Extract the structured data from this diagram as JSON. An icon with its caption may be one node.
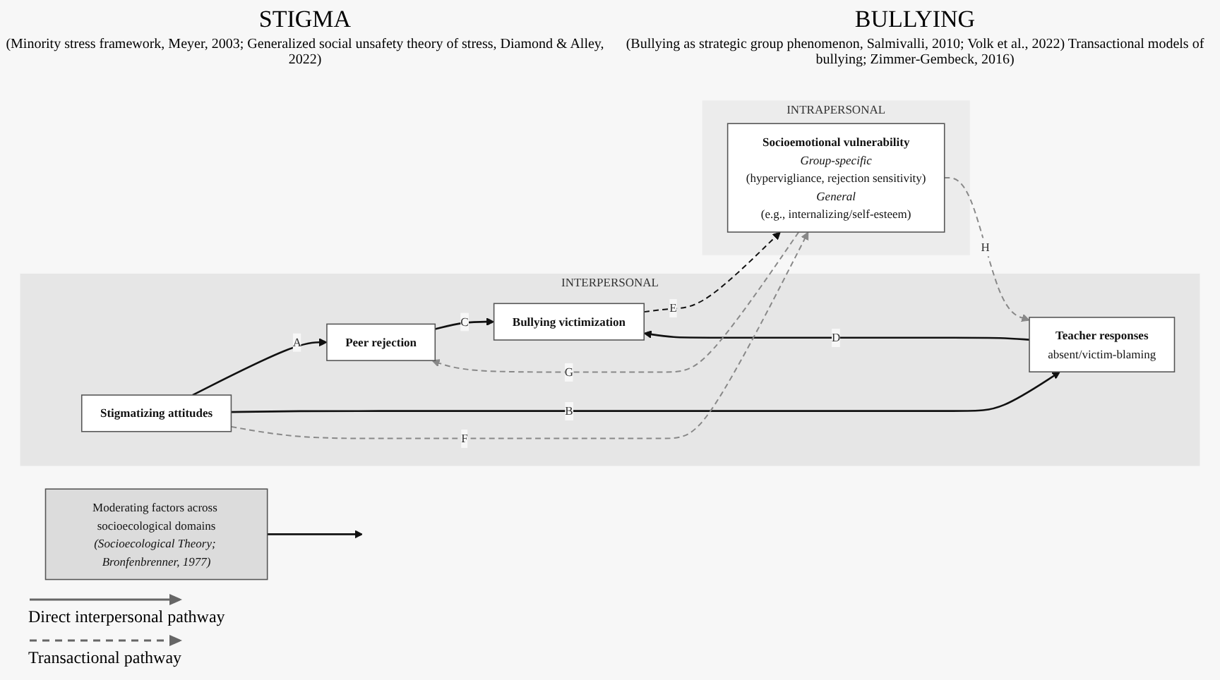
{
  "diagram": {
    "nodes": [
      {
        "text": [
          "INTERPERSONAL"
        ]
      },
      {
        "text": [
          "Stigmatizing attitudes"
        ],
        "in": 0
      },
      {
        "text": [
          "Peer rejection"
        ],
        "in": 0
      },
      {
        "text": [
          "Teacher responses",
          "absent/victim-blaming"
        ],
        "in": 0
      },
      {
        "text": [
          "Bullying victimization"
        ],
        "in": 0
      },
      {
        "text": [
          "INTRAPERSONAL"
        ]
      },
      {
        "text": [
          "Socioemotional vulnerability",
          "Group-specific",
          "(hypervigliance, rejection sensitivity)",
          "General",
          "(e.g., internalizing/self-esteem)"
        ],
        "in": 5
      },
      {
        "text": [
          "Moderating factors across socioecological domains",
          "(Socioecological Theory; Bronfenbrenner, 1977)"
        ]
      }
    ],
    "edges": [
      {
        "from": 1,
        "to": 2,
        "arrow": "to",
        "label": "A"
      },
      {
        "from": 1,
        "to": 3,
        "arrow": "to",
        "label": "B"
      },
      {
        "from": 2,
        "to": 4,
        "arrow": "to",
        "label": "C"
      },
      {
        "from": 3,
        "to": 4,
        "arrow": "to",
        "label": "D"
      },
      {
        "from": 4,
        "to": 6,
        "arrow": "to",
        "label": "E",
        "style": "dashed"
      },
      {
        "from": 1,
        "to": 6,
        "arrow": "to",
        "label": "F",
        "style": "dashed",
        "color": "#888888"
      },
      {
        "from": 6,
        "to": 2,
        "arrow": "to",
        "label": "G",
        "style": "dashed",
        "color": "#888888"
      },
      {
        "from": 6,
        "to": 3,
        "arrow": "to",
        "label": "H",
        "style": "dashed",
        "color": "#888888"
      },
      {
        "from": 7,
        "to": null,
        "arrow": "to"
      }
    ],
    "labels": [
      "STIGMA",
      "(Minority stress framework, Meyer, 2003; Generalized social unsafety theory of stress, Diamond & Alley, 2022)",
      "BULLYING",
      "(Bullying as strategic group phenomenon, Salmivalli, 2010; Volk et al., 2022) Transactional models of bullying; Zimmer-Gembeck, 2016)"
    ],
    "legend": [
      {
        "text": "Direct interpersonal pathway"
      },
      {
        "text": "Transactional pathway"
      }
    ]
  }
}
